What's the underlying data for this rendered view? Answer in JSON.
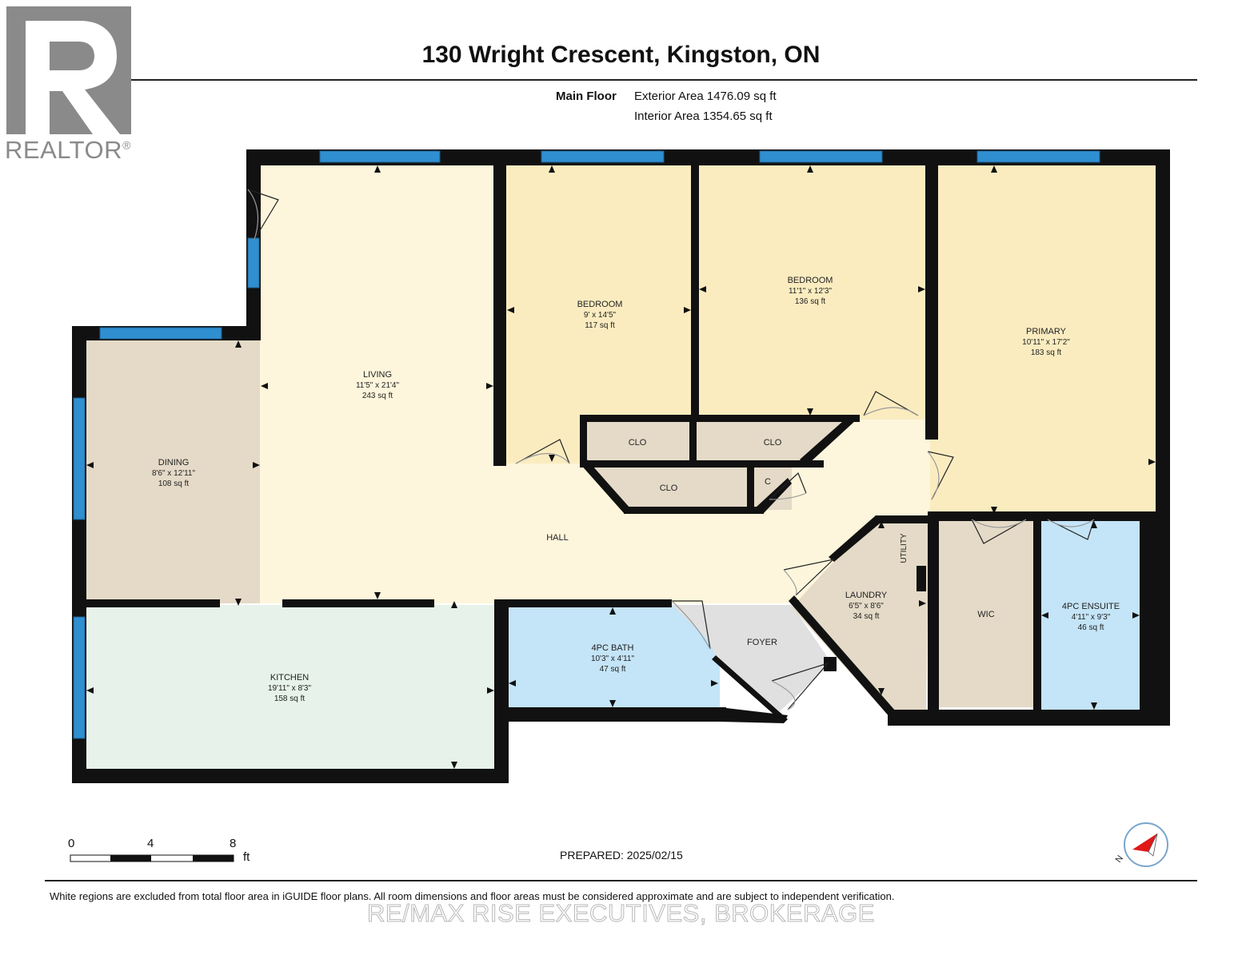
{
  "header": {
    "title": "130 Wright Crescent, Kingston, ON",
    "floor_name": "Main Floor",
    "exterior_area": "Exterior Area 1476.09 sq ft",
    "interior_area": "Interior Area 1354.65 sq ft"
  },
  "logo": {
    "word": "REALTOR",
    "mark": "®"
  },
  "rooms": {
    "living": {
      "name": "LIVING",
      "dims": "11'5\" x 21'4\"",
      "area": "243 sq ft"
    },
    "dining": {
      "name": "DINING",
      "dims": "8'6\" x 12'11\"",
      "area": "108 sq ft"
    },
    "kitchen": {
      "name": "KITCHEN",
      "dims": "19'11\" x 8'3\"",
      "area": "158 sq ft"
    },
    "bedroom1": {
      "name": "BEDROOM",
      "dims": "9' x 14'5\"",
      "area": "117 sq ft"
    },
    "bedroom2": {
      "name": "BEDROOM",
      "dims": "11'1\" x 12'3\"",
      "area": "136 sq ft"
    },
    "primary": {
      "name": "PRIMARY",
      "dims": "10'11\" x 17'2\"",
      "area": "183 sq ft"
    },
    "bath": {
      "name": "4PC BATH",
      "dims": "10'3\" x 4'11\"",
      "area": "47 sq ft"
    },
    "laundry": {
      "name": "LAUNDRY",
      "dims": "6'5\" x 8'6\"",
      "area": "34 sq ft"
    },
    "ensuite": {
      "name": "4PC ENSUITE",
      "dims": "4'11\" x 9'3\"",
      "area": "46 sq ft"
    }
  },
  "labels": {
    "hall": "HALL",
    "foyer": "FOYER",
    "utility": "UTILITY",
    "wic": "WIC",
    "clo1": "CLO",
    "clo2": "CLO",
    "clo3": "CLO",
    "c": "C"
  },
  "scale": {
    "t0": "0",
    "t1": "4",
    "t2": "8",
    "unit": "ft"
  },
  "prepared": "PREPARED: 2025/02/15",
  "disclaimer": "White regions are excluded from total floor area in iGUIDE floor plans. All room dimensions and floor areas must be considered approximate and are subject to independent verification.",
  "watermark": "RE/MAX RISE EXECUTIVES, BROKERAGE",
  "icons": {
    "compass": "north-compass-icon",
    "logo": "realtor-logo-icon"
  },
  "colors": {
    "wall": "#111111",
    "window": "#2f8fd0",
    "living": "#fdf6dc",
    "bedroom": "#fbecc0",
    "dining": "#e4dac7",
    "kitchen": "#e6f2ea",
    "bath": "#c4e4f7",
    "foyer": "#e0e0e0",
    "laundry": "#e4dac7"
  }
}
